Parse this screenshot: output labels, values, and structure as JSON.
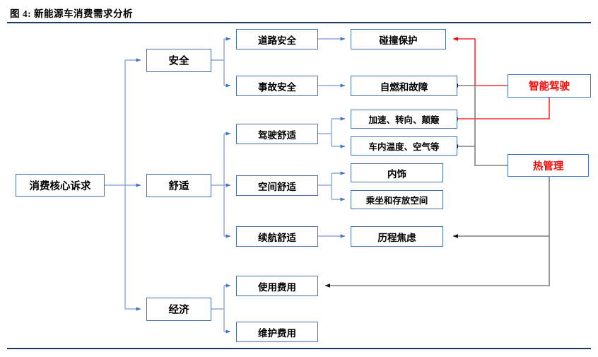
{
  "figure": {
    "title": "图 4: 新能源车消费需求分析",
    "colors": {
      "box_border": "#4472a8",
      "blue_connector": "#8faadc",
      "gray_connector": "#7f7f7f",
      "red_connector": "#ff0000",
      "red_text": "#ff0000",
      "rule": "#1f3864",
      "background": "#ffffff"
    }
  },
  "nodes": {
    "root": {
      "label": "消费核心诉求"
    },
    "level1": [
      {
        "label": "安全"
      },
      {
        "label": "舒适"
      },
      {
        "label": "经济"
      }
    ],
    "level2": [
      {
        "label": "道路安全"
      },
      {
        "label": "事故安全"
      },
      {
        "label": "驾驶舒适"
      },
      {
        "label": "空间舒适"
      },
      {
        "label": "续航舒适"
      },
      {
        "label": "使用费用"
      },
      {
        "label": "维护费用"
      }
    ],
    "level3": [
      {
        "label": "碰撞保护"
      },
      {
        "label": "自燃和故障"
      },
      {
        "label": "加速、转向、颠簸"
      },
      {
        "label": "车内温度、空气等"
      },
      {
        "label": "内饰"
      },
      {
        "label": "乘坐和存放空间"
      },
      {
        "label": "历程焦虑"
      }
    ],
    "drivers": [
      {
        "label": "智能驾驶"
      },
      {
        "label": "热管理"
      }
    ]
  }
}
